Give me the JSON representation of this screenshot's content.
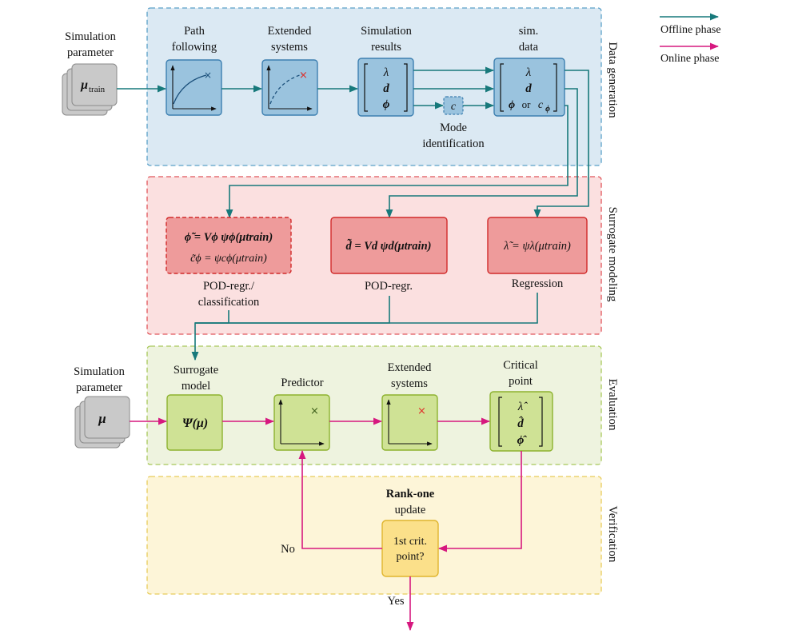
{
  "legend": {
    "offline": "Offline phase",
    "online": "Online phase",
    "offline_color": "#17797b",
    "online_color": "#d6187f"
  },
  "panels": {
    "data_generation": "Data generation",
    "surrogate_modeling": "Surrogate modeling",
    "evaluation": "Evaluation",
    "verification": "Verification"
  },
  "data_generation": {
    "input_label_1": "Simulation",
    "input_label_2": "parameter",
    "input_symbol": "μ",
    "input_subscript": "train",
    "path_following_1": "Path",
    "path_following_2": "following",
    "extended_systems_1": "Extended",
    "extended_systems_2": "systems",
    "sim_results_1": "Simulation",
    "sim_results_2": "results",
    "sim_data_1": "sim.",
    "sim_data_2": "data",
    "vec_lambda": "λ",
    "vec_d": "d",
    "vec_phi": "ϕ",
    "vec_phi_or": "or",
    "vec_c": "c",
    "vec_c_sub": "ϕ",
    "mode_c": "c",
    "mode_id_1": "Mode",
    "mode_id_2": "identification"
  },
  "surrogate": {
    "phi_line": "ϕ̃ = Vϕ ψϕ(μtrain)",
    "c_line": "c̃ϕ = ψcϕ(μtrain)",
    "d_line": "d̃ = Vd ψd(μtrain)",
    "lambda_line": "λ̃ = ψλ(μtrain)",
    "pod_class_1": "POD-regr./",
    "pod_class_2": "classification",
    "pod_regr": "POD-regr.",
    "regression": "Regression"
  },
  "evaluation": {
    "input_label_1": "Simulation",
    "input_label_2": "parameter",
    "input_symbol": "μ",
    "surrogate_1": "Surrogate",
    "surrogate_2": "model",
    "surrogate_expr": "Ψ(μ)",
    "predictor": "Predictor",
    "extended_1": "Extended",
    "extended_2": "systems",
    "critical_1": "Critical",
    "critical_2": "point",
    "vec_lambda": "λ̂",
    "vec_d": "d̂",
    "vec_phi": "ϕ̂"
  },
  "verification": {
    "rank_1": "Rank-one",
    "rank_2": "update",
    "question_1": "1st crit.",
    "question_2": "point?",
    "no": "No",
    "yes": "Yes"
  }
}
